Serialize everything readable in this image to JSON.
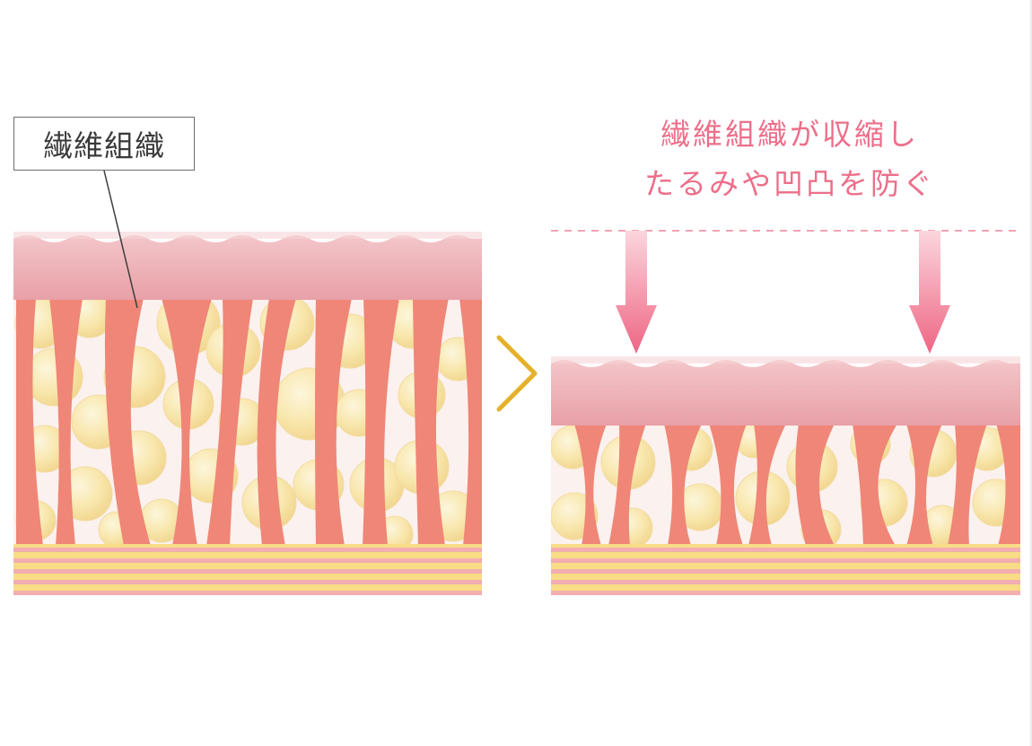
{
  "diagram": {
    "fiber_label": "繊維組織",
    "caption_line1": "繊維組織が収縮し",
    "caption_line2": "たるみや凹凸を防ぐ"
  },
  "colors": {
    "skin_top": "#f1bcc1",
    "skin_bottom": "#e8a2a9",
    "fiber": "#ef8677",
    "fat_cell": "#f8e7b0",
    "fat_background": "#fbf1ee",
    "stripe_yellow": "#f8dc86",
    "stripe_pink": "#f2aeb0",
    "arrow": "#ee6f88",
    "chevron": "#e4b12a",
    "dashed_line": "#f2a3b3"
  }
}
